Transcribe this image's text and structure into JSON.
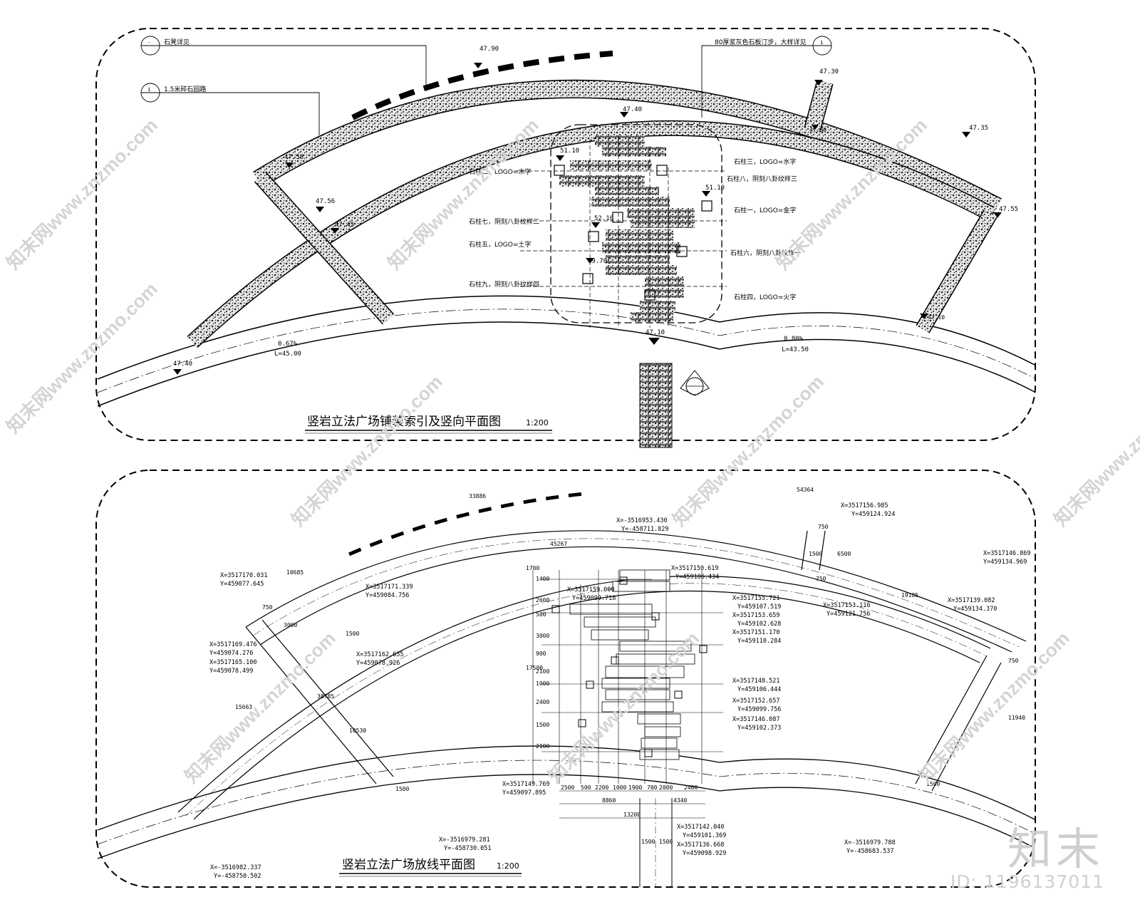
{
  "top": {
    "title": "竖岩立法广场铺装索引及竖向平面图",
    "scale": "1:200",
    "callouts": {
      "stone_bench": "石凳详见",
      "path": "1.5米碎石园路",
      "step": "80厚浆灰色石板汀步，大样详见",
      "slope_left": "0.67%",
      "length_left": "L=45.00",
      "slope_right": "0.80%",
      "length_right": "L=43.50"
    },
    "pillar_labels_left": [
      "石柱二，LOGO=木字",
      "石柱七，阴刻八卦纹样二",
      "石柱五，LOGO=土字",
      "石柱九，阴刻八卦纹样四"
    ],
    "pillar_labels_right": [
      "石柱三，LOGO=水字",
      "石柱八，阴刻八卦纹样三",
      "石柱一，LOGO=金字",
      "石柱六，阴刻八卦纹样一",
      "石柱四，LOGO=火字"
    ],
    "elevations": [
      "47.90",
      "47.30",
      "47.35",
      "47.55",
      "47.40",
      "47.10",
      "47.80",
      "47.58",
      "47.56",
      "47.45",
      "51.10",
      "52.10",
      "47.40",
      "51.10",
      "49.70",
      "47.10"
    ]
  },
  "bottom": {
    "title": "竖岩立法广场放线平面图",
    "scale": "1:200",
    "coords": [
      "X=-3516953.430",
      "Y=-458711.829",
      "X=3517156.985",
      "Y=459124.924",
      "X=3517146.869",
      "Y=459134.969",
      "X=3517170.031",
      "Y=459077.645",
      "X=3517171.339",
      "Y=459084.756",
      "X=3517150.619",
      "Y=459106.434",
      "X=3517159.000",
      "Y=459099.718",
      "X=3517155.721",
      "Y=459107.519",
      "X=3517153.659",
      "Y=459102.628",
      "X=3517151.170",
      "Y=459110.284",
      "X=3517153.116",
      "Y=459121.756",
      "X=3517139.082",
      "Y=459134.370",
      "X=3517169.476",
      "Y=459074.276",
      "X=3517165.100",
      "Y=459078.499",
      "X=3517162.635",
      "Y=459078.926",
      "X=3517148.521",
      "Y=459106.444",
      "X=3517152.657",
      "Y=459099.756",
      "X=3517146.087",
      "Y=459102.373",
      "X=3517149.769",
      "Y=459097.895",
      "X=3517142.040",
      "Y=459101.369",
      "X=3517136.668",
      "Y=459098.929",
      "X=-3516979.281",
      "Y=-458730.051",
      "X=-3516982.337",
      "Y=-458750.502",
      "X=-3516979.788",
      "Y=-458683.537"
    ],
    "dims": [
      "33886",
      "54364",
      "45267",
      "19185",
      "10685",
      "15663",
      "11940",
      "1700",
      "1400",
      "2600",
      "500",
      "3000",
      "900",
      "2100",
      "1000",
      "2400",
      "1500",
      "2100",
      "17500",
      "2500",
      "500",
      "2200",
      "1000",
      "1900",
      "700",
      "2000",
      "2400",
      "8860",
      "4340",
      "13200",
      "1500",
      "1500",
      "750",
      "1500",
      "6500",
      "750",
      "750",
      "1500",
      "3000",
      "1500",
      "38785",
      "10530",
      "1500",
      "750"
    ]
  },
  "brand": {
    "name": "知末",
    "id": "ID: 1196137011"
  },
  "watermark": "知末网www.znzmo.com"
}
